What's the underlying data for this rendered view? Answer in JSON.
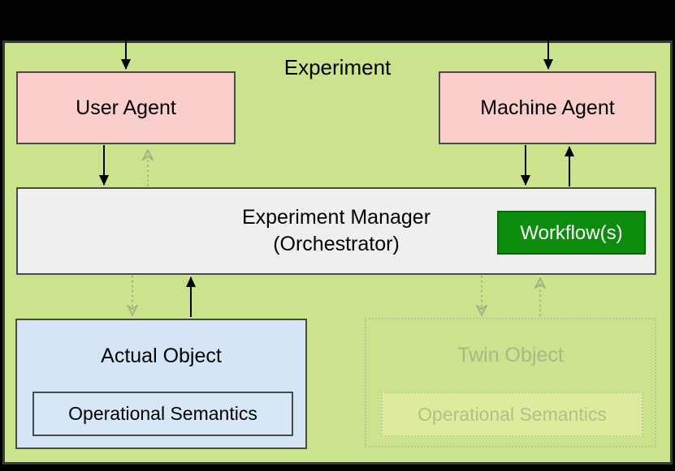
{
  "diagram": {
    "title": "Experiment",
    "nodes": {
      "user_agent": {
        "label": "User Agent"
      },
      "machine_agent": {
        "label": "Machine Agent"
      },
      "experiment_manager": {
        "label_line1": "Experiment Manager",
        "label_line2": "(Orchestrator)"
      },
      "workflow": {
        "label": "Workflow(s)"
      },
      "actual_object": {
        "label": "Actual Object",
        "sublabel": "Operational Semantics"
      },
      "twin_object": {
        "label": "Twin Object",
        "sublabel": "Operational Semantics",
        "state": "ghost/inactive (dotted, faded)"
      }
    },
    "arrows": {
      "solid_black": [
        "external-top into user-agent",
        "external-top into machine-agent",
        "user-agent down to experiment-manager",
        "machine-agent down to experiment-manager",
        "experiment-manager up to machine-agent",
        "actual-object up to experiment-manager"
      ],
      "dotted_ghost": [
        "experiment-manager up to user-agent",
        "experiment-manager down to actual-object",
        "experiment-manager down to twin-object",
        "twin-object up to experiment-manager"
      ]
    },
    "colors": {
      "outer_background": "#000000",
      "canvas_green": "#cbe38c",
      "canvas_border": "#363d36",
      "agent_pink": "#f9cecd",
      "manager_gray": "#efefef",
      "workflow_green": "#0e8c0e",
      "workflow_text": "#ffffff",
      "object_blue": "#d3e5f6",
      "node_border": "#4a4a4a",
      "ghost_border": "#b7c59c",
      "ghost_text": "#a6ba88",
      "ghost_fill_yellow_green": "#dcec9c",
      "arrow_black": "#000000",
      "arrow_ghost": "#a6b786"
    }
  }
}
